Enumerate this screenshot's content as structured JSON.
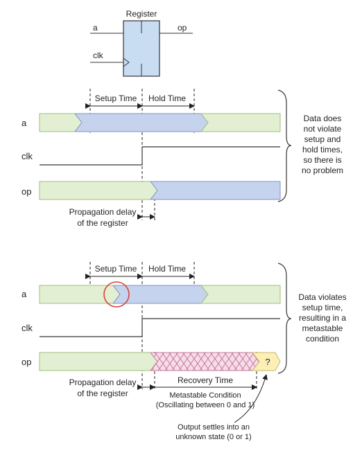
{
  "register_block": {
    "title": "Register",
    "input_a": "a",
    "input_clk": "clk",
    "output_op": "op"
  },
  "scenario_ok": {
    "setup_time_label": "Setup Time",
    "hold_time_label": "Hold Time",
    "signal_a": "a",
    "signal_clk": "clk",
    "signal_op": "op",
    "prop_delay_line1": "Propagation delay",
    "prop_delay_line2": "of the register",
    "note_lines": [
      "Data does",
      "not violate",
      "setup and",
      "hold times,",
      "so there is",
      "no problem"
    ]
  },
  "scenario_violation": {
    "setup_time_label": "Setup Time",
    "hold_time_label": "Hold Time",
    "signal_a": "a",
    "signal_clk": "clk",
    "signal_op": "op",
    "prop_delay_line1": "Propagation delay",
    "prop_delay_line2": "of the register",
    "recovery_time_label": "Recovery Time",
    "metastable_line1": "Metastable Condition",
    "metastable_line2": "(Oscillating between 0 and 1)",
    "unknown_state_symbol": "?",
    "settle_line1": "Output settles into an",
    "settle_line2": "unknown state (0 or 1)",
    "note_lines": [
      "Data violates",
      "setup time,",
      "resulting in a",
      "metastable",
      "condition"
    ]
  },
  "colors": {
    "green_fill": "#e3efd3",
    "green_stroke": "#9fbf7a",
    "blue_fill": "#c5d3ee",
    "blue_stroke": "#7f94bd",
    "pink_fill": "#f6dde8",
    "pink_stroke": "#c77b9e",
    "yellow_fill": "#fbefb6",
    "register_fill": "#c9ddf2",
    "violation_circle": "#d9423a"
  }
}
